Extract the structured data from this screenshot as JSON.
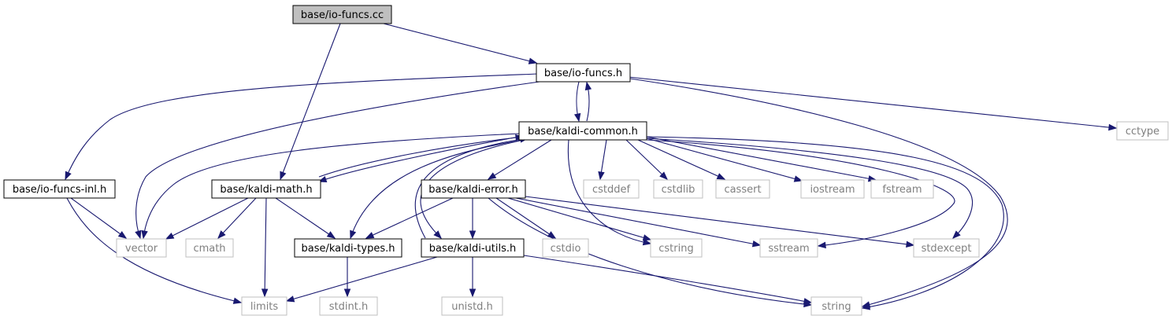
{
  "diagram": {
    "type": "include-dependency-graph",
    "colors": {
      "edge": "#191970",
      "root_fill": "#bfbfbf",
      "local_border": "#000000",
      "system_border": "#bfbfbf",
      "system_text": "#7f7f7f"
    },
    "nodes": [
      {
        "id": "io_funcs_cc",
        "label": "base/io-funcs.cc",
        "kind": "root"
      },
      {
        "id": "io_funcs_h",
        "label": "base/io-funcs.h",
        "kind": "local"
      },
      {
        "id": "kaldi_common_h",
        "label": "base/kaldi-common.h",
        "kind": "local"
      },
      {
        "id": "cctype",
        "label": "cctype",
        "kind": "system"
      },
      {
        "id": "io_funcs_inl_h",
        "label": "base/io-funcs-inl.h",
        "kind": "local"
      },
      {
        "id": "kaldi_math_h",
        "label": "base/kaldi-math.h",
        "kind": "local"
      },
      {
        "id": "kaldi_error_h",
        "label": "base/kaldi-error.h",
        "kind": "local"
      },
      {
        "id": "cstddef",
        "label": "cstddef",
        "kind": "system"
      },
      {
        "id": "cstdlib",
        "label": "cstdlib",
        "kind": "system"
      },
      {
        "id": "cassert",
        "label": "cassert",
        "kind": "system"
      },
      {
        "id": "iostream",
        "label": "iostream",
        "kind": "system"
      },
      {
        "id": "fstream",
        "label": "fstream",
        "kind": "system"
      },
      {
        "id": "vector",
        "label": "vector",
        "kind": "system"
      },
      {
        "id": "cmath",
        "label": "cmath",
        "kind": "system"
      },
      {
        "id": "kaldi_types_h",
        "label": "base/kaldi-types.h",
        "kind": "local"
      },
      {
        "id": "kaldi_utils_h",
        "label": "base/kaldi-utils.h",
        "kind": "local"
      },
      {
        "id": "cstdio",
        "label": "cstdio",
        "kind": "system"
      },
      {
        "id": "cstring",
        "label": "cstring",
        "kind": "system"
      },
      {
        "id": "sstream",
        "label": "sstream",
        "kind": "system"
      },
      {
        "id": "stdexcept",
        "label": "stdexcept",
        "kind": "system"
      },
      {
        "id": "limits",
        "label": "limits",
        "kind": "system"
      },
      {
        "id": "stdint_h",
        "label": "stdint.h",
        "kind": "system"
      },
      {
        "id": "unistd_h",
        "label": "unistd.h",
        "kind": "system"
      },
      {
        "id": "string",
        "label": "string",
        "kind": "system"
      }
    ],
    "edges": [
      {
        "from": "io_funcs_cc",
        "to": "io_funcs_h"
      },
      {
        "from": "io_funcs_cc",
        "to": "kaldi_math_h"
      },
      {
        "from": "io_funcs_h",
        "to": "kaldi_common_h"
      },
      {
        "from": "io_funcs_h",
        "to": "cctype"
      },
      {
        "from": "io_funcs_h",
        "to": "io_funcs_inl_h"
      },
      {
        "from": "io_funcs_h",
        "to": "vector"
      },
      {
        "from": "io_funcs_h",
        "to": "string"
      },
      {
        "from": "kaldi_common_h",
        "to": "io_funcs_h"
      },
      {
        "from": "kaldi_common_h",
        "to": "kaldi_math_h"
      },
      {
        "from": "kaldi_common_h",
        "to": "kaldi_error_h"
      },
      {
        "from": "kaldi_common_h",
        "to": "cstddef"
      },
      {
        "from": "kaldi_common_h",
        "to": "cstdlib"
      },
      {
        "from": "kaldi_common_h",
        "to": "cassert"
      },
      {
        "from": "kaldi_common_h",
        "to": "iostream"
      },
      {
        "from": "kaldi_common_h",
        "to": "fstream"
      },
      {
        "from": "kaldi_common_h",
        "to": "vector"
      },
      {
        "from": "kaldi_common_h",
        "to": "kaldi_types_h"
      },
      {
        "from": "kaldi_common_h",
        "to": "kaldi_utils_h"
      },
      {
        "from": "kaldi_common_h",
        "to": "cstring"
      },
      {
        "from": "kaldi_common_h",
        "to": "sstream"
      },
      {
        "from": "kaldi_common_h",
        "to": "stdexcept"
      },
      {
        "from": "kaldi_common_h",
        "to": "string"
      },
      {
        "from": "io_funcs_inl_h",
        "to": "vector"
      },
      {
        "from": "io_funcs_inl_h",
        "to": "limits"
      },
      {
        "from": "kaldi_math_h",
        "to": "kaldi_common_h"
      },
      {
        "from": "kaldi_math_h",
        "to": "vector"
      },
      {
        "from": "kaldi_math_h",
        "to": "cmath"
      },
      {
        "from": "kaldi_math_h",
        "to": "limits"
      },
      {
        "from": "kaldi_math_h",
        "to": "kaldi_types_h"
      },
      {
        "from": "kaldi_error_h",
        "to": "kaldi_types_h"
      },
      {
        "from": "kaldi_error_h",
        "to": "kaldi_utils_h"
      },
      {
        "from": "kaldi_error_h",
        "to": "cstdio"
      },
      {
        "from": "kaldi_error_h",
        "to": "cstring"
      },
      {
        "from": "kaldi_error_h",
        "to": "sstream"
      },
      {
        "from": "kaldi_error_h",
        "to": "stdexcept"
      },
      {
        "from": "kaldi_error_h",
        "to": "string"
      },
      {
        "from": "kaldi_types_h",
        "to": "stdint_h"
      },
      {
        "from": "kaldi_utils_h",
        "to": "kaldi_common_h"
      },
      {
        "from": "kaldi_utils_h",
        "to": "limits"
      },
      {
        "from": "kaldi_utils_h",
        "to": "unistd_h"
      },
      {
        "from": "kaldi_utils_h",
        "to": "string"
      }
    ]
  }
}
